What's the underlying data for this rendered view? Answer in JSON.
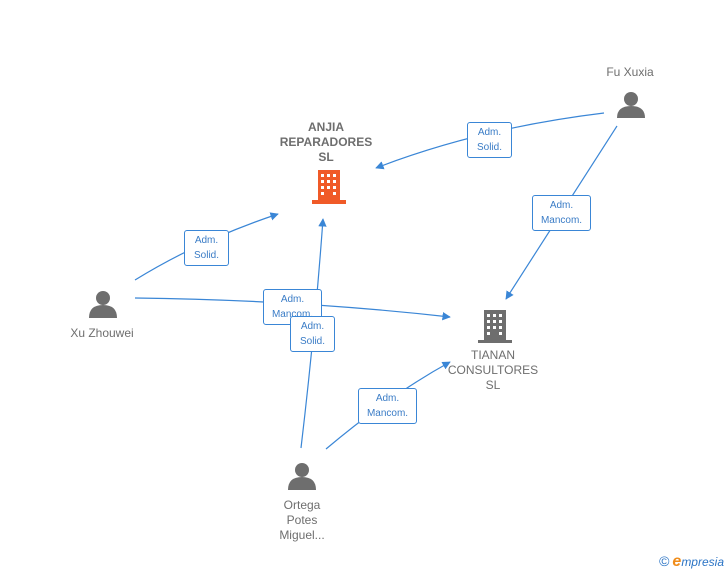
{
  "nodes": {
    "anjia": {
      "label_lines": [
        "ANJIA",
        "REPARADORES",
        "SL"
      ],
      "type": "company",
      "color": "#f05a28"
    },
    "tianan": {
      "label_lines": [
        "TIANAN",
        "CONSULTORES",
        "SL"
      ],
      "type": "company",
      "color": "#6e6e6e"
    },
    "fu_xuxia": {
      "label": "Fu Xuxia",
      "type": "person"
    },
    "xu_zhouwei": {
      "label": "Xu Zhouwei",
      "type": "person"
    },
    "ortega": {
      "label_lines": [
        "Ortega",
        "Potes",
        "Miguel..."
      ],
      "type": "person"
    }
  },
  "edges": [
    {
      "id": "fu-anjia",
      "lines": [
        "Adm.",
        "Solid."
      ]
    },
    {
      "id": "fu-tianan",
      "lines": [
        "Adm.",
        "Mancom."
      ]
    },
    {
      "id": "xu-anjia",
      "lines": [
        "Adm.",
        "Solid."
      ]
    },
    {
      "id": "xu-tianan",
      "lines": [
        "Adm.",
        "Mancom."
      ]
    },
    {
      "id": "ortega-anjia",
      "lines": [
        "Adm.",
        "Solid."
      ]
    },
    {
      "id": "ortega-tianan",
      "lines": [
        "Adm.",
        "Mancom."
      ]
    }
  ],
  "colors": {
    "edge": "#3a86d6",
    "person": "#6e6e6e"
  },
  "brand": {
    "copyright": "©",
    "e": "e",
    "rest": "mpresia"
  }
}
